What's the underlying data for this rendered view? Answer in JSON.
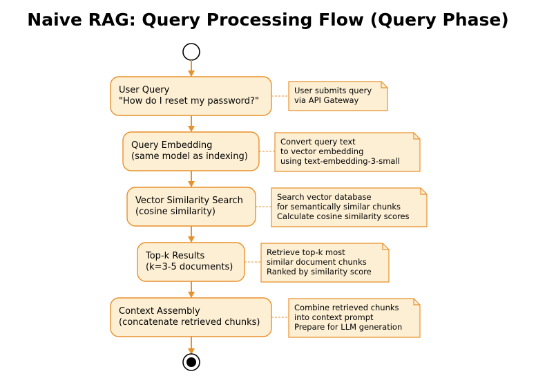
{
  "title": "Naive RAG: Query Processing Flow (Query Phase)",
  "colors": {
    "activity_fill": "#fdefd4",
    "activity_border": "#e8902a",
    "note_fill": "#fdefd4",
    "note_border": "#e8902a",
    "arrow": "#e8902a",
    "start_end": "#000000"
  },
  "steps": [
    {
      "id": "user-query",
      "lines": [
        "User Query",
        "\"How do I reset my password?\""
      ],
      "note": [
        "User submits query",
        "via API Gateway"
      ]
    },
    {
      "id": "query-embedding",
      "lines": [
        "Query Embedding",
        "(same model as indexing)"
      ],
      "note": [
        "Convert query text",
        "to vector embedding",
        "using text-embedding-3-small"
      ]
    },
    {
      "id": "vector-similarity-search",
      "lines": [
        "Vector Similarity Search",
        "(cosine similarity)"
      ],
      "note": [
        "Search vector database",
        "for semantically similar chunks",
        "Calculate cosine similarity scores"
      ]
    },
    {
      "id": "top-k-results",
      "lines": [
        "Top-k Results",
        "(k=3-5 documents)"
      ],
      "note": [
        "Retrieve top-k most",
        "similar document chunks",
        "Ranked by similarity score"
      ]
    },
    {
      "id": "context-assembly",
      "lines": [
        "Context Assembly",
        "(concatenate retrieved chunks)"
      ],
      "note": [
        "Combine retrieved chunks",
        "into context prompt",
        "Prepare for LLM generation"
      ]
    }
  ]
}
